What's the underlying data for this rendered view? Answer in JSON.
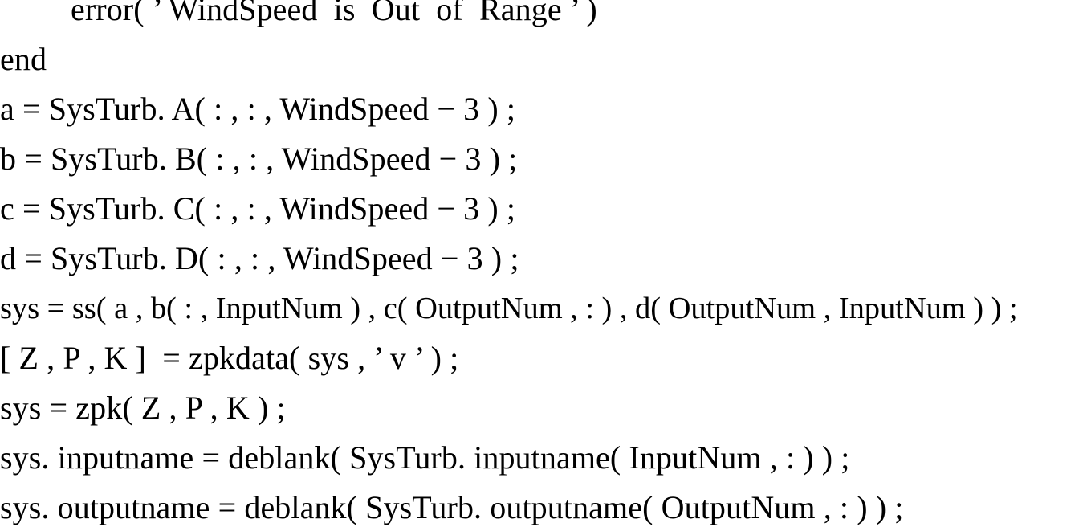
{
  "document": {
    "kind": "code-listing",
    "language": "MATLAB",
    "background_color": "#ffffff",
    "text_color": "#000000",
    "line_count": 11,
    "lines": [
      {
        "n": 1,
        "indent": true,
        "text": "error( ’ WindSpeed  is  Out  of  Range ’ )"
      },
      {
        "n": 2,
        "indent": false,
        "text": "end"
      },
      {
        "n": 3,
        "indent": false,
        "text": "a = SysTurb. A( : , : , WindSpeed − 3 ) ;"
      },
      {
        "n": 4,
        "indent": false,
        "text": "b = SysTurb. B( : , : , WindSpeed − 3 ) ;"
      },
      {
        "n": 5,
        "indent": false,
        "text": "c = SysTurb. C( : , : , WindSpeed − 3 ) ;"
      },
      {
        "n": 6,
        "indent": false,
        "text": "d = SysTurb. D( : , : , WindSpeed − 3 ) ;"
      },
      {
        "n": 7,
        "indent": false,
        "text": "sys = ss( a , b( : , InputNum ) , c( OutputNum , : ) , d( OutputNum , InputNum ) ) ;"
      },
      {
        "n": 8,
        "indent": false,
        "text": "[ Z , P , K ]  = zpkdata( sys , ’ v ’ ) ;"
      },
      {
        "n": 9,
        "indent": false,
        "text": "sys = zpk( Z , P , K ) ;"
      },
      {
        "n": 10,
        "indent": false,
        "text": "sys. inputname = deblank( SysTurb. inputname( InputNum , : ) ) ;"
      },
      {
        "n": 11,
        "indent": false,
        "text": "sys. outputname = deblank( SysTurb. outputname( OutputNum , : ) ) ;"
      }
    ]
  }
}
